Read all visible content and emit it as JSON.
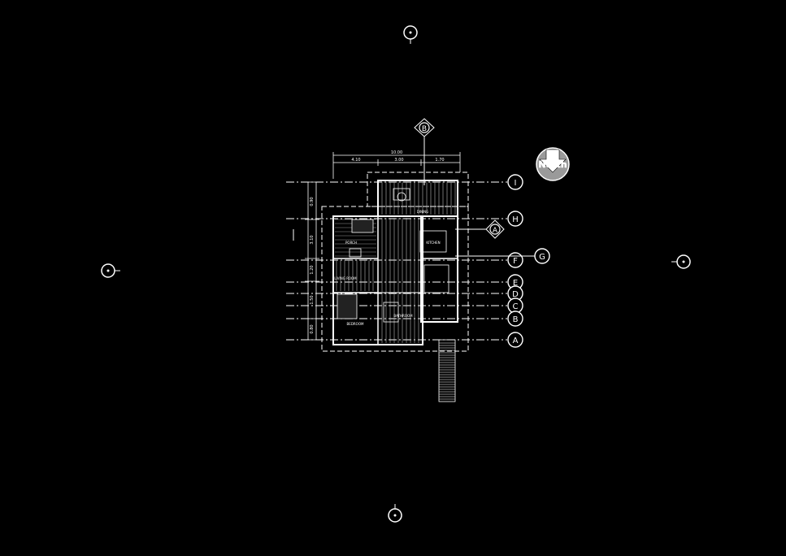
{
  "drawing": {
    "background": "#000000",
    "line_color": "#ffffff",
    "accent_gray": "#8a8a8a"
  },
  "north_arrow": {
    "label": "North"
  },
  "grid_lines": {
    "rows": [
      "I",
      "H",
      "G",
      "F",
      "E",
      "D",
      "C",
      "B",
      "A"
    ]
  },
  "section_markers": {
    "top": "B",
    "right": "A"
  },
  "dimensions": {
    "overall": "10.00",
    "segments": [
      "4.10",
      "3.00",
      "1.70"
    ],
    "left": [
      "0.90",
      "3.10",
      "1.20",
      "1.50",
      "0.80"
    ]
  },
  "rooms": {
    "kitchen": "KITCHEN",
    "living": "LIVING ROOM",
    "dining": "DINING",
    "bedroom": "BEDROOM",
    "bathroom": "BATHROOM",
    "porch": "PORCH"
  },
  "view_markers": [
    "top",
    "left",
    "right",
    "bottom"
  ]
}
